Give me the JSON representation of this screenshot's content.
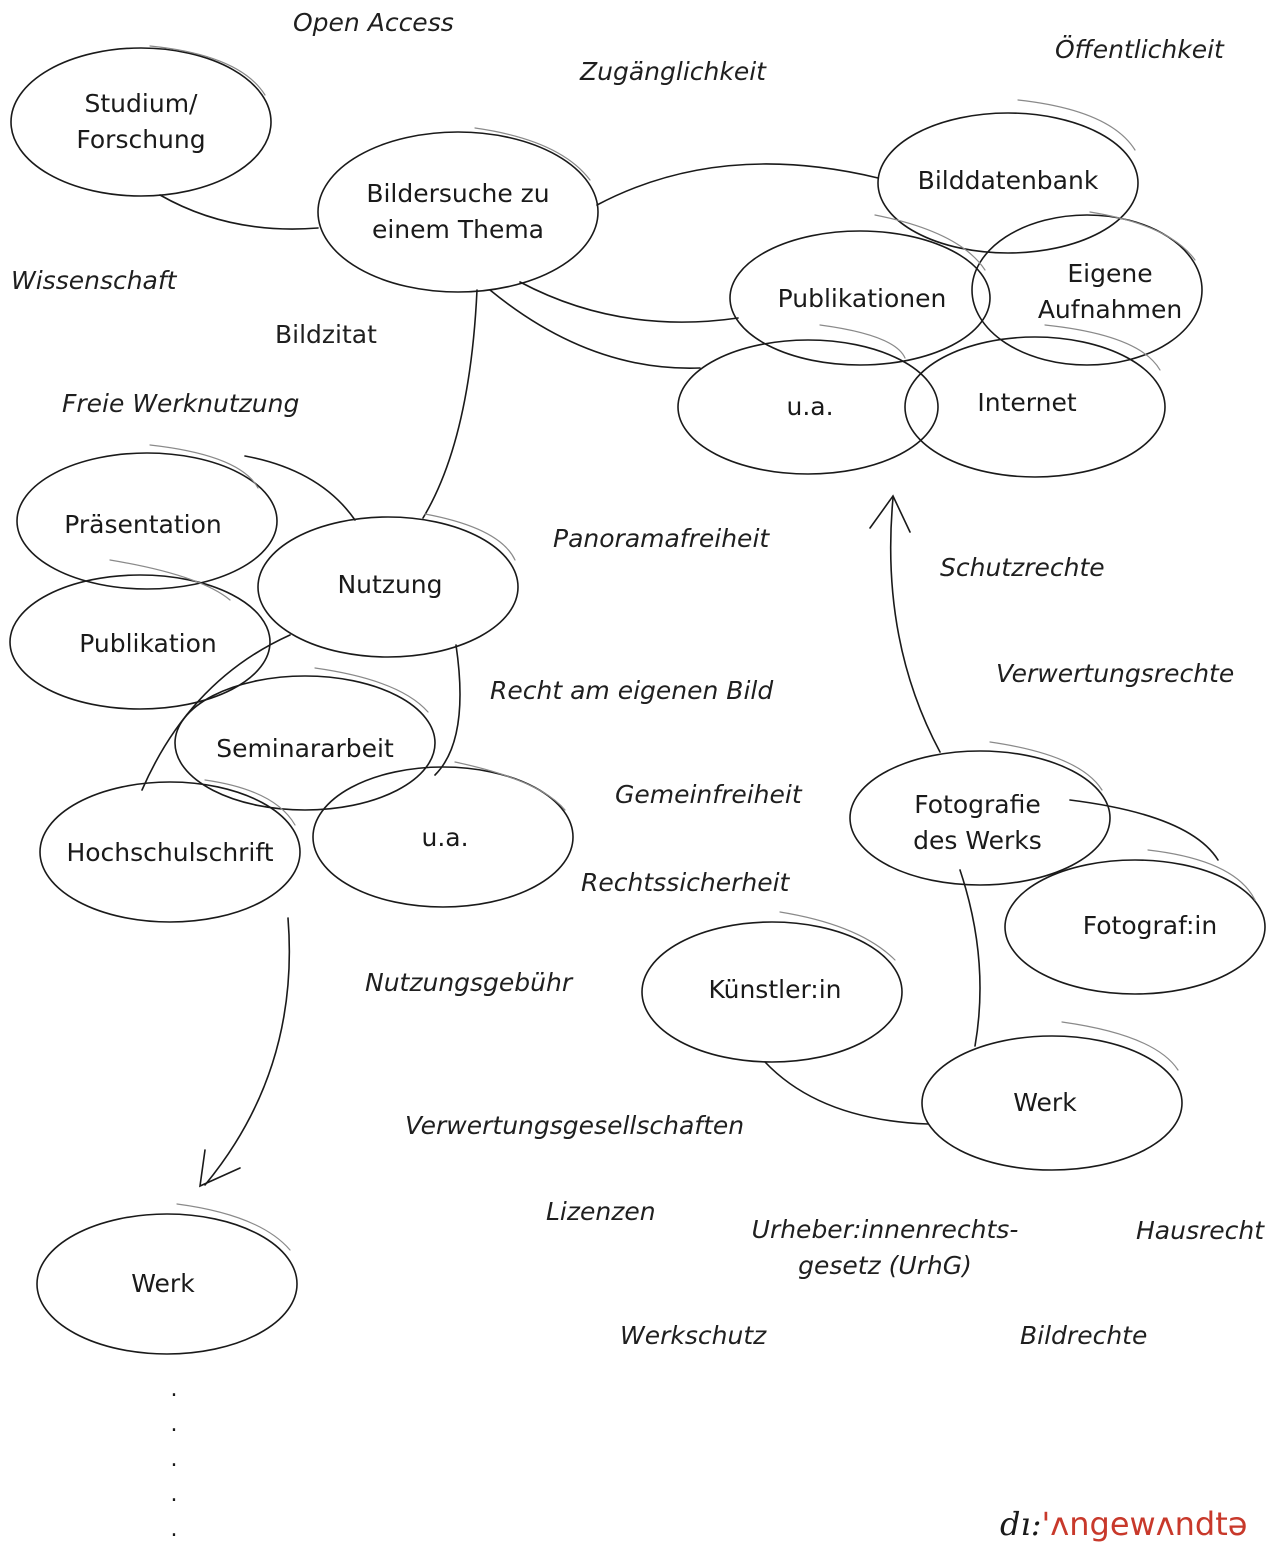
{
  "nodes": {
    "studium": "Studium/\nForschung",
    "bildersuche": "Bildersuche zu\neinem Thema",
    "bilddatenbank": "Bilddatenbank",
    "publikationen": "Publikationen",
    "eigene": "Eigene\nAufnahmen",
    "ua_top": "u.a.",
    "internet": "Internet",
    "praesentation": "Präsentation",
    "nutzung": "Nutzung",
    "publikation": "Publikation",
    "seminararbeit": "Seminararbeit",
    "hochschulschrift": "Hochschulschrift",
    "ua_mid": "u.a.",
    "fotografie": "Fotografie\ndes Werks",
    "fotograf": "Fotograf:in",
    "kuenstler": "Künstler:in",
    "werk_right": "Werk",
    "werk_left": "Werk"
  },
  "keywords": {
    "open_access": "Open Access",
    "zugaenglichkeit": "Zugänglichkeit",
    "oeffentlichkeit": "Öffentlichkeit",
    "wissenschaft": "Wissenschaft",
    "bildzitat": "Bildzitat",
    "freie_werknutzung": "Freie Werknutzung",
    "panoramafreiheit": "Panoramafreiheit",
    "schutzrechte": "Schutzrechte",
    "verwertungsrechte": "Verwertungsrechte",
    "recht_am_bild": "Recht am eigenen Bild",
    "gemeinfreiheit": "Gemeinfreiheit",
    "rechtssicherheit": "Rechtssicherheit",
    "nutzungsgebuehr": "Nutzungsgebühr",
    "verwertungsgesellschaften": "Verwertungsgesellschaften",
    "lizenzen": "Lizenzen",
    "urhg": "Urheber:innenrechts-\ngesetz (UrhG)",
    "hausrecht": "Hausrecht",
    "werkschutz": "Werkschutz",
    "bildrechte": "Bildrechte"
  },
  "continuation_dots": ".\n.\n.\n.\n.",
  "logo": {
    "part_a": "dı:",
    "part_b": "'ʌngewʌndtə",
    "accent_color": "#c8392b"
  },
  "colors": {
    "ink": "#1a1a1a",
    "sketch_grey": "#8a8a8a"
  }
}
